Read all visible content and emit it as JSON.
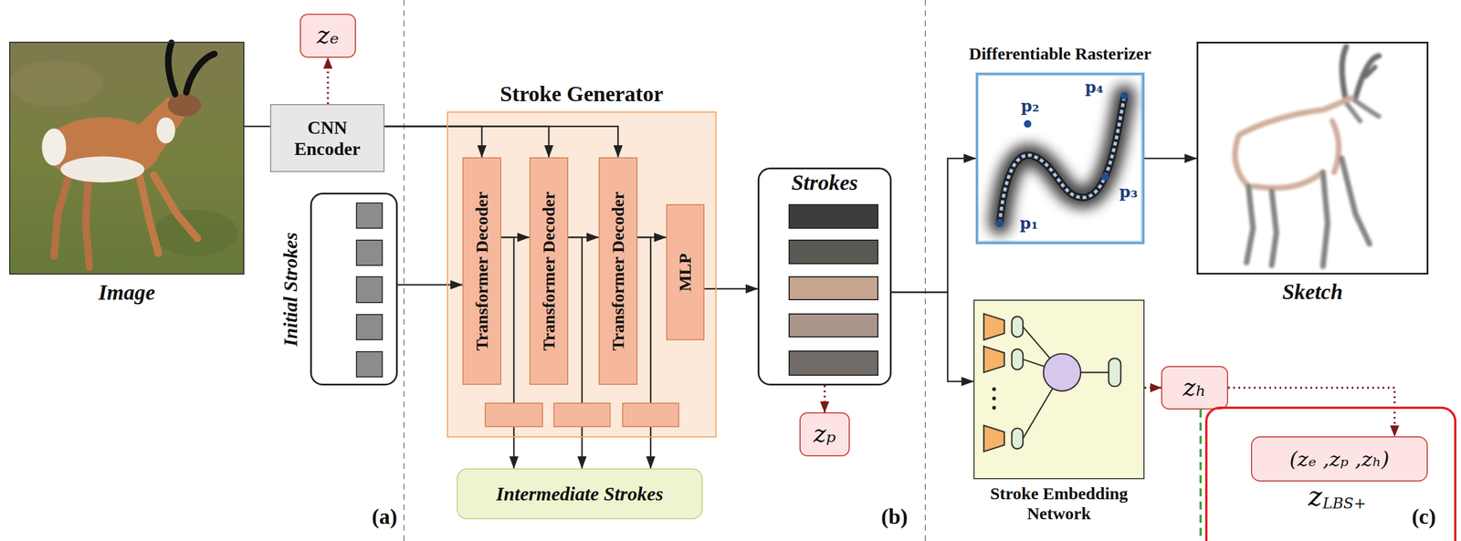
{
  "diagram": {
    "nodes": [
      {
        "text": [
          "Image"
        ]
      },
      {
        "text": [
          "zₑ"
        ]
      },
      {
        "text": [
          "CNN Encoder"
        ]
      },
      {
        "text": [
          "Initial Strokes"
        ]
      },
      {
        "text": [
          "Stroke Generator"
        ]
      },
      {
        "text": [
          "Transformer Decoder"
        ],
        "in": 4
      },
      {
        "text": [
          "Transformer Decoder"
        ],
        "in": 4
      },
      {
        "text": [
          "Transformer Decoder"
        ],
        "in": 4
      },
      {
        "text": [
          "MLP"
        ],
        "in": 4
      },
      {
        "text": [
          "Intermediate Strokes"
        ]
      },
      {
        "text": [
          "Strokes"
        ]
      },
      {
        "text": [
          "zₚ"
        ]
      },
      {
        "text": [
          "Differentiable Rasterizer"
        ]
      },
      {
        "text": [
          "Sketch"
        ]
      },
      {
        "text": [
          "Stroke Embedding Network"
        ]
      },
      {
        "text": [
          "zₕ"
        ]
      },
      {
        "text": [
          "zLBS+"
        ]
      },
      {
        "text": [
          "(zₑ ,zₚ ,zₕ)"
        ],
        "in": 16
      }
    ],
    "edges": [
      {
        "from": 0,
        "to": 2,
        "arrow": "none"
      },
      {
        "from": 2,
        "to": 1,
        "arrow": "to"
      },
      {
        "from": 2,
        "to": 5,
        "arrow": "to"
      },
      {
        "from": 2,
        "to": 6,
        "arrow": "to"
      },
      {
        "from": 2,
        "to": 7,
        "arrow": "to"
      },
      {
        "from": 3,
        "to": 5,
        "arrow": "to"
      },
      {
        "from": 5,
        "to": 6,
        "arrow": "to"
      },
      {
        "from": 6,
        "to": 7,
        "arrow": "to"
      },
      {
        "from": 7,
        "to": 8,
        "arrow": "to"
      },
      {
        "from": 5,
        "to": 9,
        "arrow": "to"
      },
      {
        "from": 6,
        "to": 9,
        "arrow": "to"
      },
      {
        "from": 7,
        "to": 9,
        "arrow": "to"
      },
      {
        "from": 8,
        "to": 10,
        "arrow": "to"
      },
      {
        "from": 10,
        "to": 11,
        "arrow": "to"
      },
      {
        "from": 10,
        "to": 12,
        "arrow": "to"
      },
      {
        "from": 10,
        "to": 14,
        "arrow": "to"
      },
      {
        "from": 12,
        "to": 13,
        "arrow": "to"
      },
      {
        "from": 14,
        "to": 15,
        "arrow": "to"
      },
      {
        "from": 15,
        "to": 17,
        "arrow": "to"
      }
    ],
    "labels": [
      "(a)",
      "(b)",
      "(c)",
      "p₁",
      "p₂",
      "p₃",
      "p₄"
    ]
  }
}
